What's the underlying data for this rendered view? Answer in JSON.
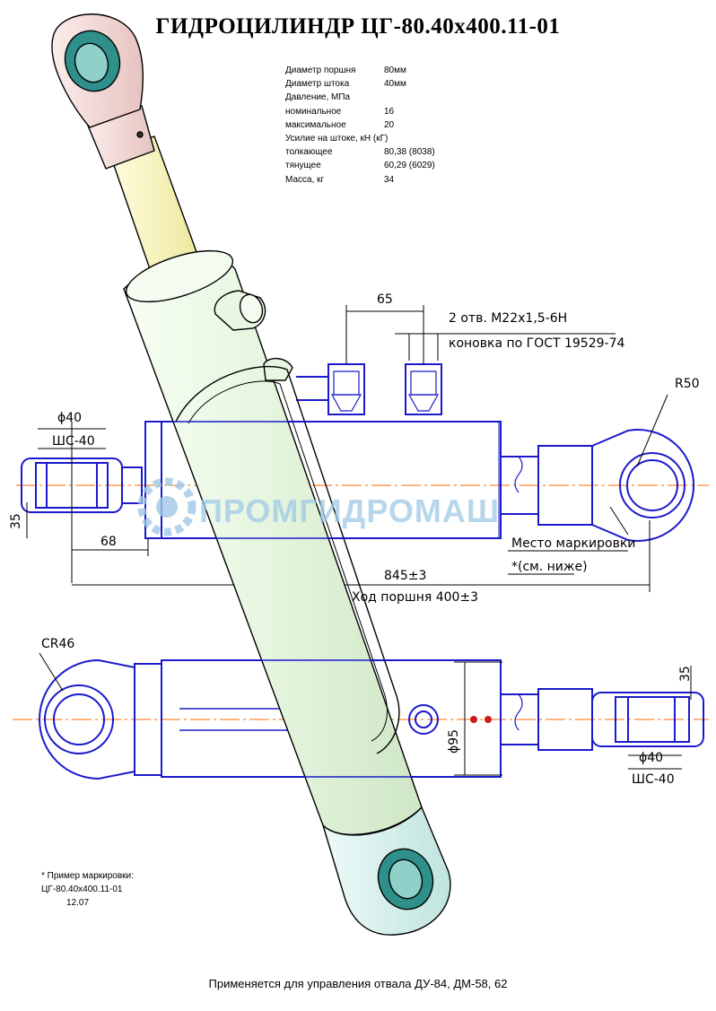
{
  "title": "ГИДРОЦИЛИНДР ЦГ-80.40х400.11-01",
  "specs": [
    {
      "label": "Диаметр поршня",
      "value": "80мм"
    },
    {
      "label": "Диаметр штока",
      "value": "40мм"
    },
    {
      "label": "Давление, МПа",
      "value": ""
    },
    {
      "label": "номинальное",
      "value": "16"
    },
    {
      "label": "максимальное",
      "value": "20"
    },
    {
      "label": "Усилие на штоке, кН (кГ)",
      "value": ""
    },
    {
      "label": "толкающее",
      "value": "80,38 (8038)"
    },
    {
      "label": "тянущее",
      "value": "60,29 (6029)"
    },
    {
      "label": "Масса, кг",
      "value": "34"
    }
  ],
  "drawing": {
    "dim_65": "65",
    "port_note_1": "2 отв. М22х1,5-6Н",
    "port_note_2": "конoвка по ГОСТ 19529-74",
    "r50": "R50",
    "d40_top": "ϕ40",
    "shs40_top": "ШС-40",
    "dim_35_left": "35",
    "dim_68": "68",
    "marking_place": "Место маркировки",
    "marking_ref": "*(см. ниже)",
    "dim_845": "845±3",
    "stroke": "Ход поршня 400±3",
    "cr46": "СR46",
    "d95": "ϕ95",
    "dim_35_right": "35",
    "d40_bottom": "ϕ40",
    "shs40_bottom": "ШС-40"
  },
  "watermark": "ПРОМГИДРОМАШ",
  "marking_example": {
    "header": "* Пример маркировки:",
    "line1": "ЦГ-80.40х400.11-01",
    "line2": "12.07"
  },
  "footer": "Применяется для управления отвала ДУ-84, ДМ-58, 62",
  "colors": {
    "line": "#1a1acc",
    "centerline": "#ff6a00",
    "barrel": "#e8f6e2",
    "rod": "#f7f5b8",
    "eye_top": "#f3d9d7",
    "eye_bottom": "#d6efec",
    "bushing": "#2f8f8a",
    "watermark": "#9fc8e6"
  }
}
